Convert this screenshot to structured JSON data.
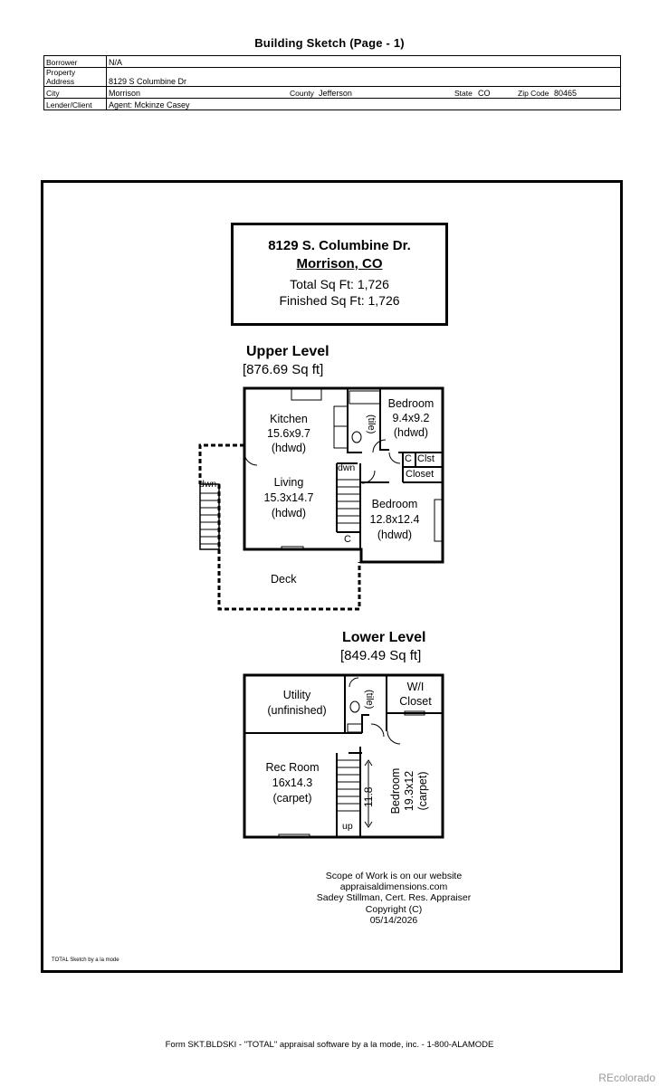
{
  "title": "Building Sketch (Page - 1)",
  "header": {
    "borrower_label": "Borrower",
    "borrower": "N/A",
    "property_address_label": "Property Address",
    "property_address": "8129 S Columbine Dr",
    "city_label": "City",
    "city": "Morrison",
    "county_label": "County",
    "county": "Jefferson",
    "state_label": "State",
    "state": "CO",
    "zip_label": "Zip Code",
    "zip": "80465",
    "lender_label": "Lender/Client",
    "lender": "Agent: Mckinze Casey"
  },
  "infobox": {
    "address": "8129 S. Columbine Dr.",
    "city": "Morrison, CO",
    "total": "Total Sq Ft: 1,726",
    "finished": "Finished Sq Ft: 1,726"
  },
  "upper": {
    "title": "Upper Level",
    "sqft": "[876.69 Sq ft]",
    "kitchen": [
      "Kitchen",
      "15.6x9.7",
      "(hdwd)"
    ],
    "living": [
      "Living",
      "15.3x14.7",
      "(hdwd)"
    ],
    "bedroom1": [
      "Bedroom",
      "9.4x9.2",
      "(hdwd)"
    ],
    "bedroom2": [
      "Bedroom",
      "12.8x12.4",
      "(hdwd)"
    ],
    "tile": "(tile)",
    "c1": "C",
    "clst": "Clst",
    "closet": "Closet",
    "dwn1": "dwn",
    "dwn2": "dwn",
    "c2": "C",
    "deck": "Deck"
  },
  "lower": {
    "title": "Lower Level",
    "sqft": "[849.49 Sq ft]",
    "utility": [
      "Utility",
      "(unfinished)"
    ],
    "tile": "(tile)",
    "wi": [
      "W/I",
      "Closet"
    ],
    "rec": [
      "Rec Room",
      "16x14.3",
      "(carpet)"
    ],
    "dim": "11.8",
    "bedroom": [
      "Bedroom",
      "19.3x12",
      "(carpet)"
    ],
    "up": "up"
  },
  "credit": {
    "line1": "Scope of Work is on our website",
    "line2": "appraisaldimensions.com",
    "line3": "Sadey Stillman, Cert. Res. Appraiser",
    "line4": "Copyright (C)",
    "line5": "05/14/2026"
  },
  "sketch_credit": "TOTAL Sketch by a la mode",
  "footer": "Form SKT.BLDSKI - \"TOTAL\" appraisal software by a la mode, inc. - 1-800-ALAMODE",
  "watermark": "REcolorado"
}
